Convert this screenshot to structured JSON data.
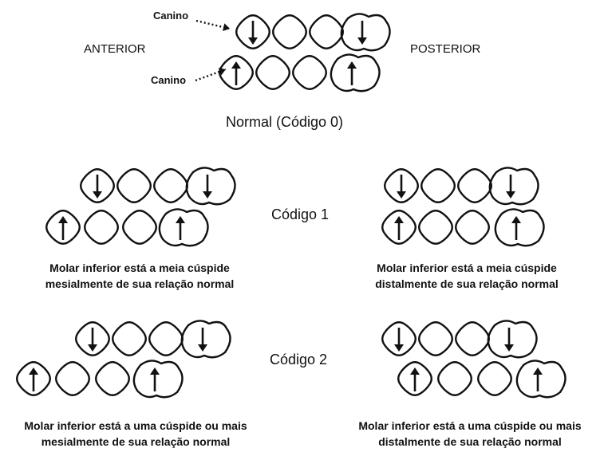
{
  "diagram": {
    "normal": {
      "canine_upper_label": "Canino",
      "canine_lower_label": "Canino",
      "anterior_label": "ANTERIOR",
      "posterior_label": "POSTERIOR",
      "caption": "Normal (Código 0)"
    },
    "code1": {
      "label": "Código 1",
      "left_caption_line1": "Molar inferior está a meia cúspide",
      "left_caption_line2": "mesialmente de sua relação normal",
      "right_caption_line1": "Molar inferior está a meia cúspide",
      "right_caption_line2": "distalmente de sua relação normal"
    },
    "code2": {
      "label": "Código 2",
      "left_caption_line1": "Molar inferior está a uma cúspide ou mais",
      "left_caption_line2": "mesialmente de sua relação normal",
      "right_caption_line1": "Molar inferior está a uma cúspide ou mais",
      "right_caption_line2": "distalmente de sua relação normal"
    }
  }
}
